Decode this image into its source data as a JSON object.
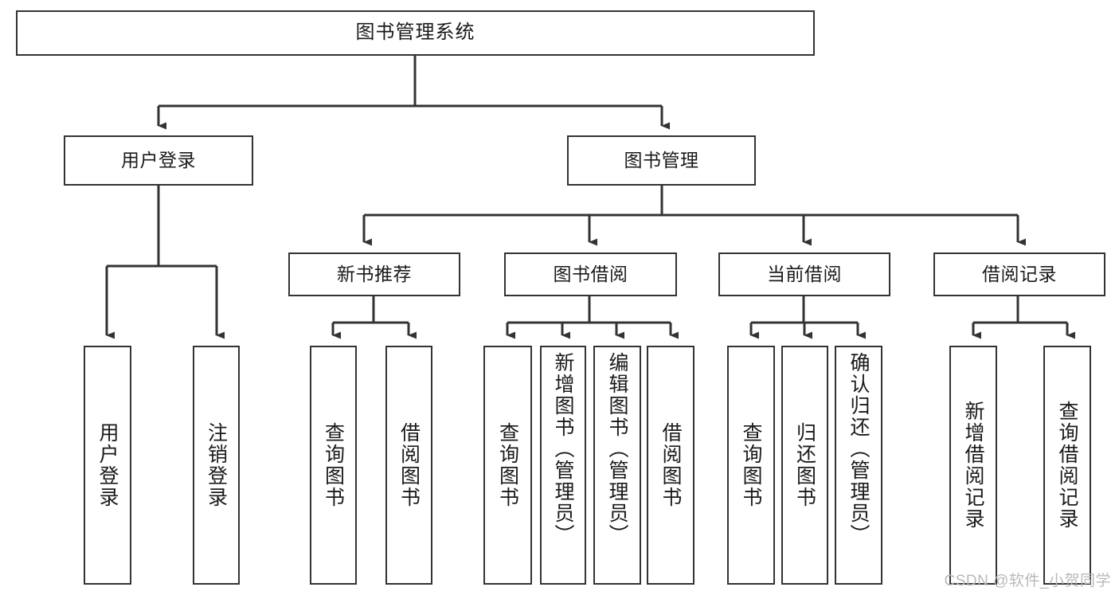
{
  "diagram": {
    "title": "图书管理系统",
    "type": "tree-hierarchy-chart",
    "watermark": "CSDN @软件_小贺同学",
    "colors": {
      "box_border": "#333333",
      "box_fill": "#ffffff",
      "connector": "#333333",
      "text": "#1a1a1a",
      "watermark": "#b9b9b9"
    },
    "root": {
      "label": "图书管理系统"
    },
    "level2": [
      {
        "label": "用户登录"
      },
      {
        "label": "图书管理"
      }
    ],
    "level3": [
      {
        "label": "新书推荐"
      },
      {
        "label": "图书借阅"
      },
      {
        "label": "当前借阅"
      },
      {
        "label": "借阅记录"
      }
    ],
    "leaves": {
      "user_login": [
        {
          "label": "用户登录"
        },
        {
          "label": "注销登录"
        }
      ],
      "new_book": [
        {
          "label": "查询图书"
        },
        {
          "label": "借阅图书"
        }
      ],
      "book_borrow": [
        {
          "label": "查询图书"
        },
        {
          "label": "新增图书（管理员）"
        },
        {
          "label": "编辑图书（管理员）"
        },
        {
          "label": "借阅图书"
        }
      ],
      "current_borrow": [
        {
          "label": "查询图书"
        },
        {
          "label": "归还图书"
        },
        {
          "label": "确认归还（管理员）"
        }
      ],
      "borrow_record": [
        {
          "label": "新增借阅记录"
        },
        {
          "label": "查询借阅记录"
        }
      ]
    }
  }
}
